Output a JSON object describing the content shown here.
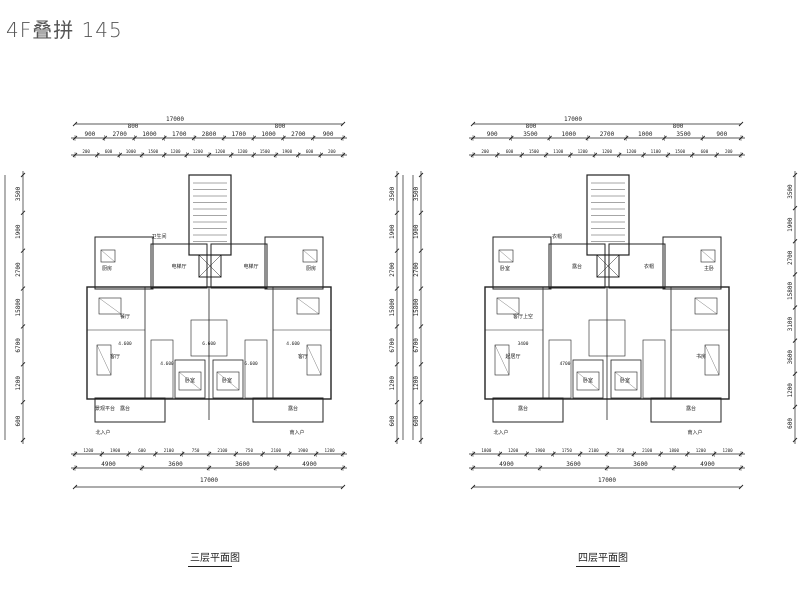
{
  "title": "4F叠拼 145",
  "plans": [
    {
      "caption": "三层平面图",
      "dims_top_total": "17000",
      "dims_top_mid": [
        "800",
        "800"
      ],
      "dims_top_segs": [
        "900",
        "2700",
        "1000",
        "1700",
        "2800",
        "1700",
        "1000",
        "2700",
        "900"
      ],
      "dims_top_small": [
        "200",
        "600",
        "1000",
        "1500",
        "1200",
        "1200",
        "1200",
        "1200",
        "1500",
        "1900",
        "600",
        "200"
      ],
      "dims_bottom_segs": [
        "4900",
        "3600",
        "3600",
        "4900"
      ],
      "dims_bottom_total": "17000",
      "dims_bottom_small": [
        "1200",
        "1900",
        "600",
        "2100",
        "750",
        "2100",
        "750",
        "2100",
        "1900",
        "1200"
      ],
      "dims_left": [
        "3500",
        "1900",
        "2700",
        "15800",
        "6700",
        "1200",
        "600"
      ],
      "dims_right": [
        "3500",
        "1900",
        "2700",
        "15800",
        "6700",
        "1200",
        "600"
      ],
      "rooms": [
        {
          "label": "卫生间",
          "k": "a"
        },
        {
          "label": "厨房",
          "k": "b"
        },
        {
          "label": "电梯厅",
          "k": "c"
        },
        {
          "label": "电梯厅",
          "k": "d"
        },
        {
          "label": "厨房",
          "k": "e"
        },
        {
          "label": "餐厅",
          "k": "f"
        },
        {
          "label": "客厅",
          "k": "g"
        },
        {
          "label": "客厅",
          "k": "h"
        },
        {
          "label": "卧室",
          "k": "i"
        },
        {
          "label": "卧室",
          "k": "j"
        },
        {
          "label": "露台",
          "k": "k"
        },
        {
          "label": "露台",
          "k": "l"
        },
        {
          "label": "景观平台",
          "k": "m"
        }
      ],
      "area_labels": [
        "4.600",
        "4.600",
        "6.600",
        "6.600",
        "4.600"
      ],
      "notes": [
        "北入户",
        "南入户"
      ]
    },
    {
      "caption": "四层平面图",
      "dims_top_total": "17000",
      "dims_top_mid": [
        "800",
        "800"
      ],
      "dims_top_segs": [
        "900",
        "3500",
        "1000",
        "2700",
        "1000",
        "3500",
        "900"
      ],
      "dims_top_small": [
        "200",
        "600",
        "1500",
        "1100",
        "1200",
        "1200",
        "1200",
        "1100",
        "1500",
        "600",
        "200"
      ],
      "dims_bottom_segs": [
        "4900",
        "3600",
        "3600",
        "4900"
      ],
      "dims_bottom_total": "17000",
      "dims_bottom_small": [
        "1800",
        "1200",
        "1900",
        "1750",
        "2100",
        "750",
        "2100",
        "1800",
        "1200",
        "1200"
      ],
      "dims_left": [
        "3500",
        "1900",
        "2700",
        "15800",
        "6700",
        "1200",
        "600"
      ],
      "dims_right": [
        "3500",
        "1900",
        "2700",
        "15800",
        "3100",
        "3600",
        "1200",
        "600"
      ],
      "rooms": [
        {
          "label": "衣帽",
          "k": "a"
        },
        {
          "label": "卧室",
          "k": "b"
        },
        {
          "label": "露台",
          "k": "c"
        },
        {
          "label": "衣帽",
          "k": "d"
        },
        {
          "label": "主卧",
          "k": "e"
        },
        {
          "label": "客厅上空",
          "k": "f"
        },
        {
          "label": "起居厅",
          "k": "g"
        },
        {
          "label": "书房",
          "k": "h"
        },
        {
          "label": "卧室",
          "k": "i"
        },
        {
          "label": "卧室",
          "k": "j"
        },
        {
          "label": "露台",
          "k": "k"
        },
        {
          "label": "露台",
          "k": "l"
        }
      ],
      "area_labels": [
        "3400",
        "4700"
      ],
      "notes": [
        "北入户",
        "南入户"
      ]
    }
  ]
}
